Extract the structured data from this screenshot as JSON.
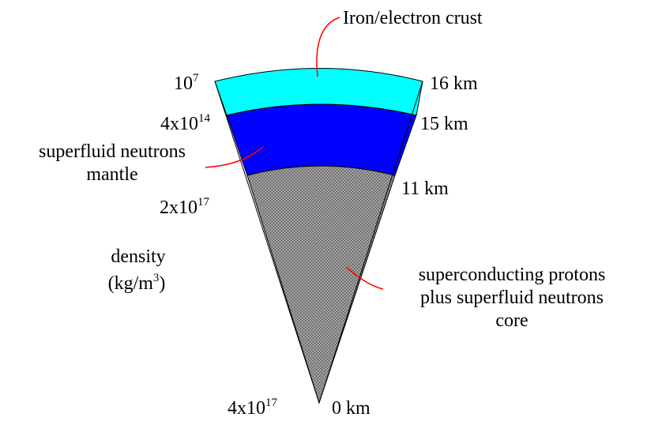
{
  "labels": {
    "crust": "Iron/electron crust",
    "mantle_line1": "superfluid neutrons",
    "mantle_line2": "mantle",
    "core_line1": "superconducting protons",
    "core_line2": "plus superfluid neutrons",
    "core_line3": "core",
    "density_title": "density",
    "density_units_open": "(kg/m",
    "density_units_exp": "3",
    "density_units_close": ")"
  },
  "radii": [
    {
      "value": "16 km"
    },
    {
      "value": "15 km"
    },
    {
      "value": "11 km"
    },
    {
      "value": "0 km"
    }
  ],
  "densities": [
    {
      "mantissa": "",
      "base": "10",
      "exponent": "7"
    },
    {
      "mantissa": "4x",
      "base": "10",
      "exponent": "14"
    },
    {
      "mantissa": "2x",
      "base": "10",
      "exponent": "17"
    },
    {
      "mantissa": "4x",
      "base": "10",
      "exponent": "17"
    }
  ],
  "colors": {
    "crust": "#00FFFF",
    "mantle": "#0000FF",
    "core": "#8C8C8C",
    "leader": "#FF0000",
    "outline": "#000000"
  }
}
